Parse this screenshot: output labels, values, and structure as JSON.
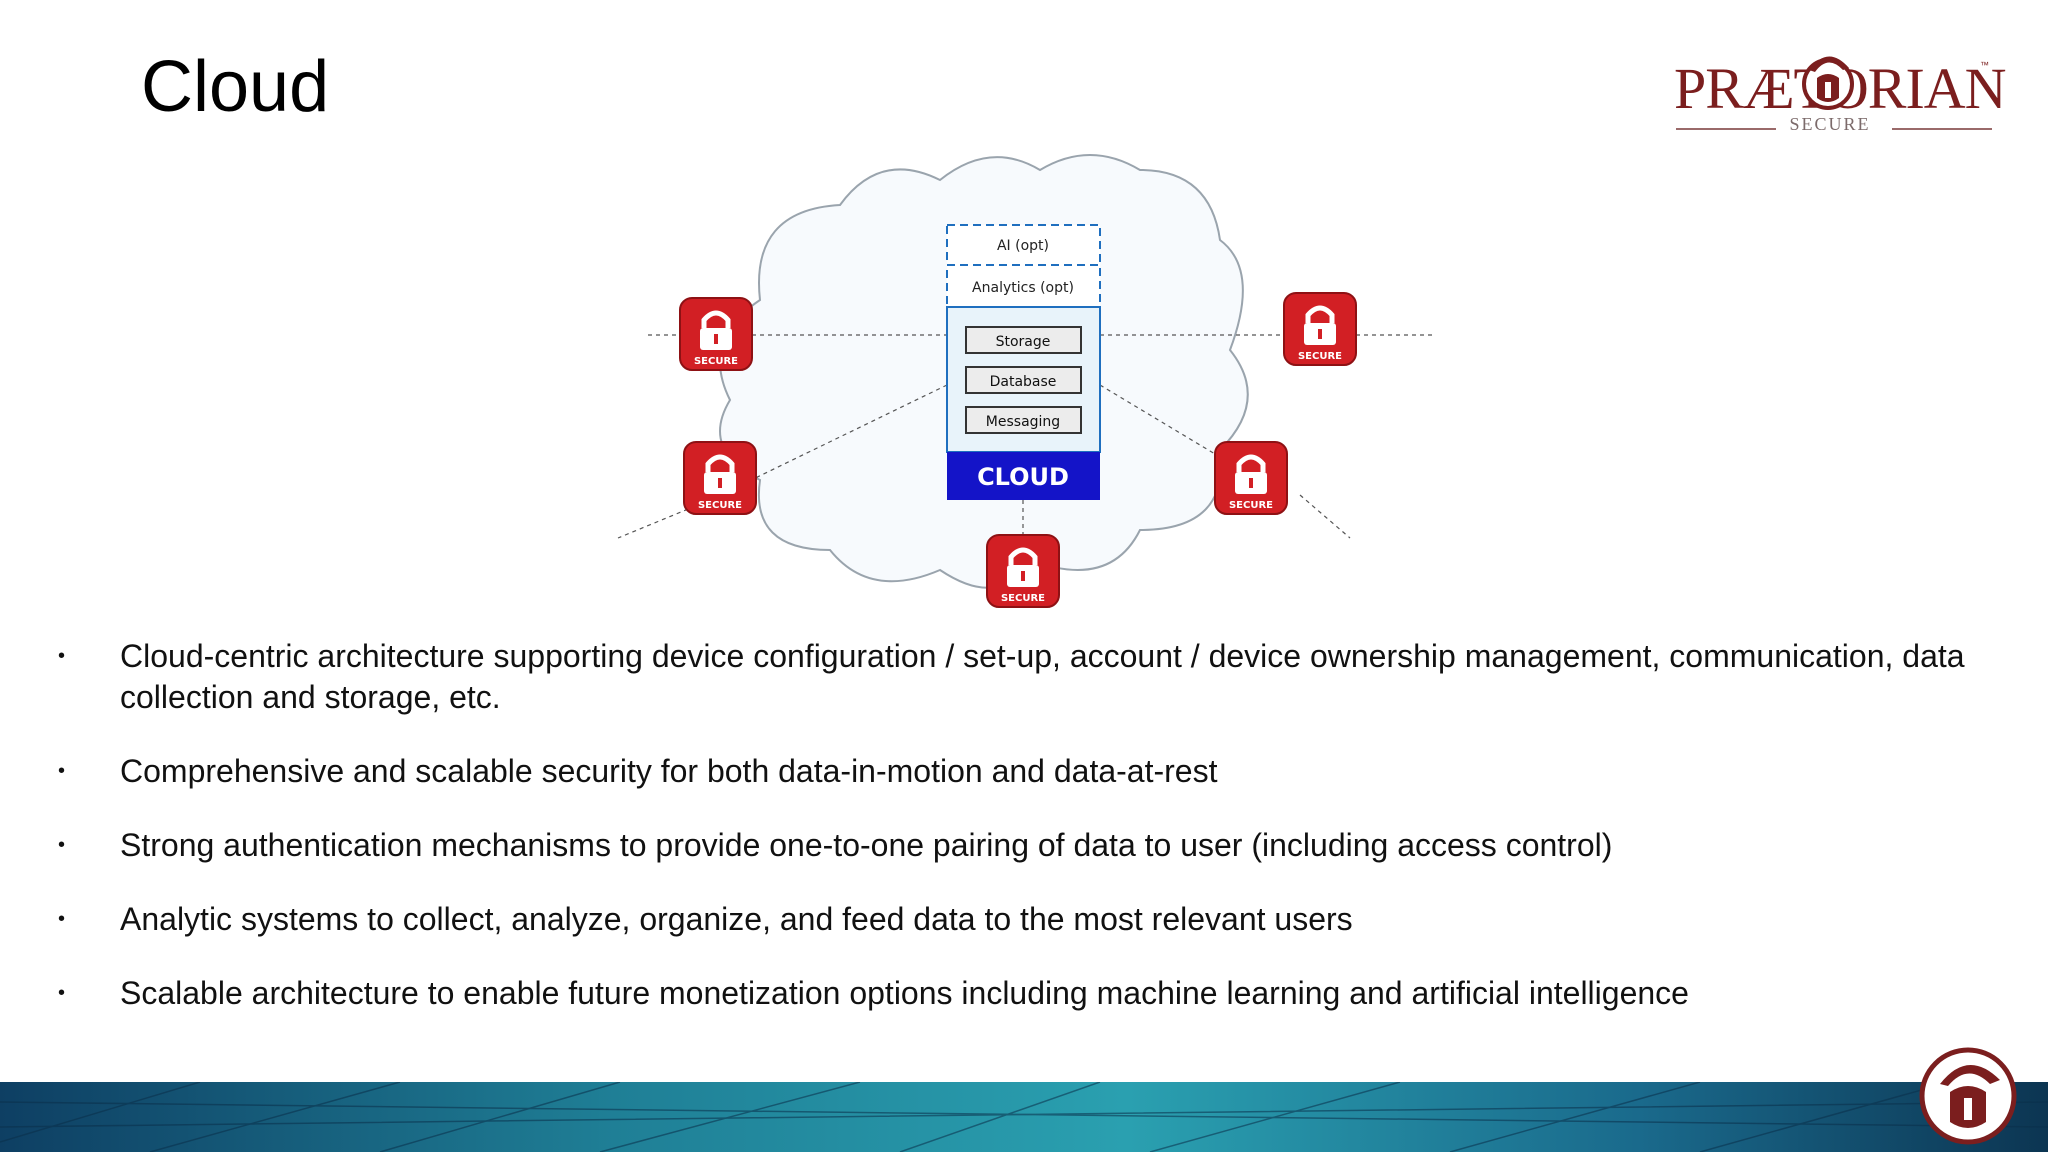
{
  "slide": {
    "title": "Cloud"
  },
  "logo": {
    "name": "PRÆTORIAN",
    "subtitle": "SECURE",
    "trademark": "™",
    "color": "#7b1e1e"
  },
  "diagram": {
    "stack_layers": [
      "AI (opt)",
      "Analytics (opt)"
    ],
    "services": [
      "Storage",
      "Database",
      "Messaging"
    ],
    "cloud_label": "CLOUD",
    "lock_label": "SECURE",
    "lock_count": 5,
    "colors": {
      "cloud_bar": "#1414c8",
      "stack_border": "#1f6fbf",
      "lock_red": "#d21f24"
    }
  },
  "bullets": [
    "Cloud-centric architecture supporting device configuration / set-up, account / device ownership management, communication, data collection and storage, etc.",
    "Comprehensive and scalable security for both data-in-motion and data-at-rest",
    "Strong authentication mechanisms to provide one-to-one pairing of data to user (including access control)",
    "Analytic systems to collect, analyze, organize, and feed data to the most relevant users",
    "Scalable architecture to enable future monetization options including machine learning and artificial intelligence"
  ],
  "bullet_glyph": "•"
}
